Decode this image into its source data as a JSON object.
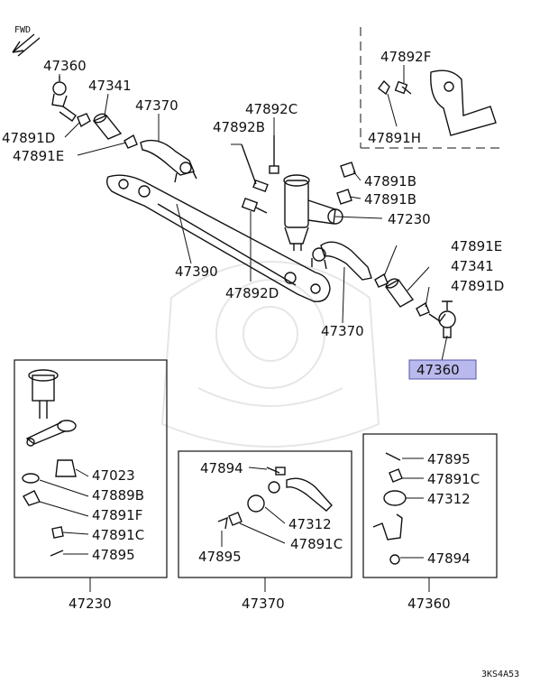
{
  "diagram": {
    "fwd_label": "FWD",
    "footer_code": "3KS4A53",
    "highlighted_part": "47360",
    "labels": {
      "p47360_top": "47360",
      "p47341_top": "47341",
      "p47370_top": "47370",
      "p47891d_left": "47891D",
      "p47891e_left": "47891E",
      "p47892c": "47892C",
      "p47892b": "47892B",
      "p47891b_1": "47891B",
      "p47891b_2": "47891B",
      "p47230_main": "47230",
      "p47390": "47390",
      "p47892d": "47892D",
      "p47891e_right": "47891E",
      "p47341_right": "47341",
      "p47891d_right": "47891D",
      "p47370_mid": "47370",
      "p47360_highlight": "47360",
      "p47892f": "47892F",
      "p47891h": "47891H"
    },
    "boxes": {
      "left": {
        "title": "47230",
        "items": [
          "47023",
          "47889B",
          "47891F",
          "47891C",
          "47895"
        ]
      },
      "middle": {
        "title": "47370",
        "items": [
          "47894",
          "47312",
          "47895",
          "47891C"
        ]
      },
      "right": {
        "title": "47360",
        "items": [
          "47895",
          "47891C",
          "47312",
          "47894"
        ]
      }
    }
  }
}
